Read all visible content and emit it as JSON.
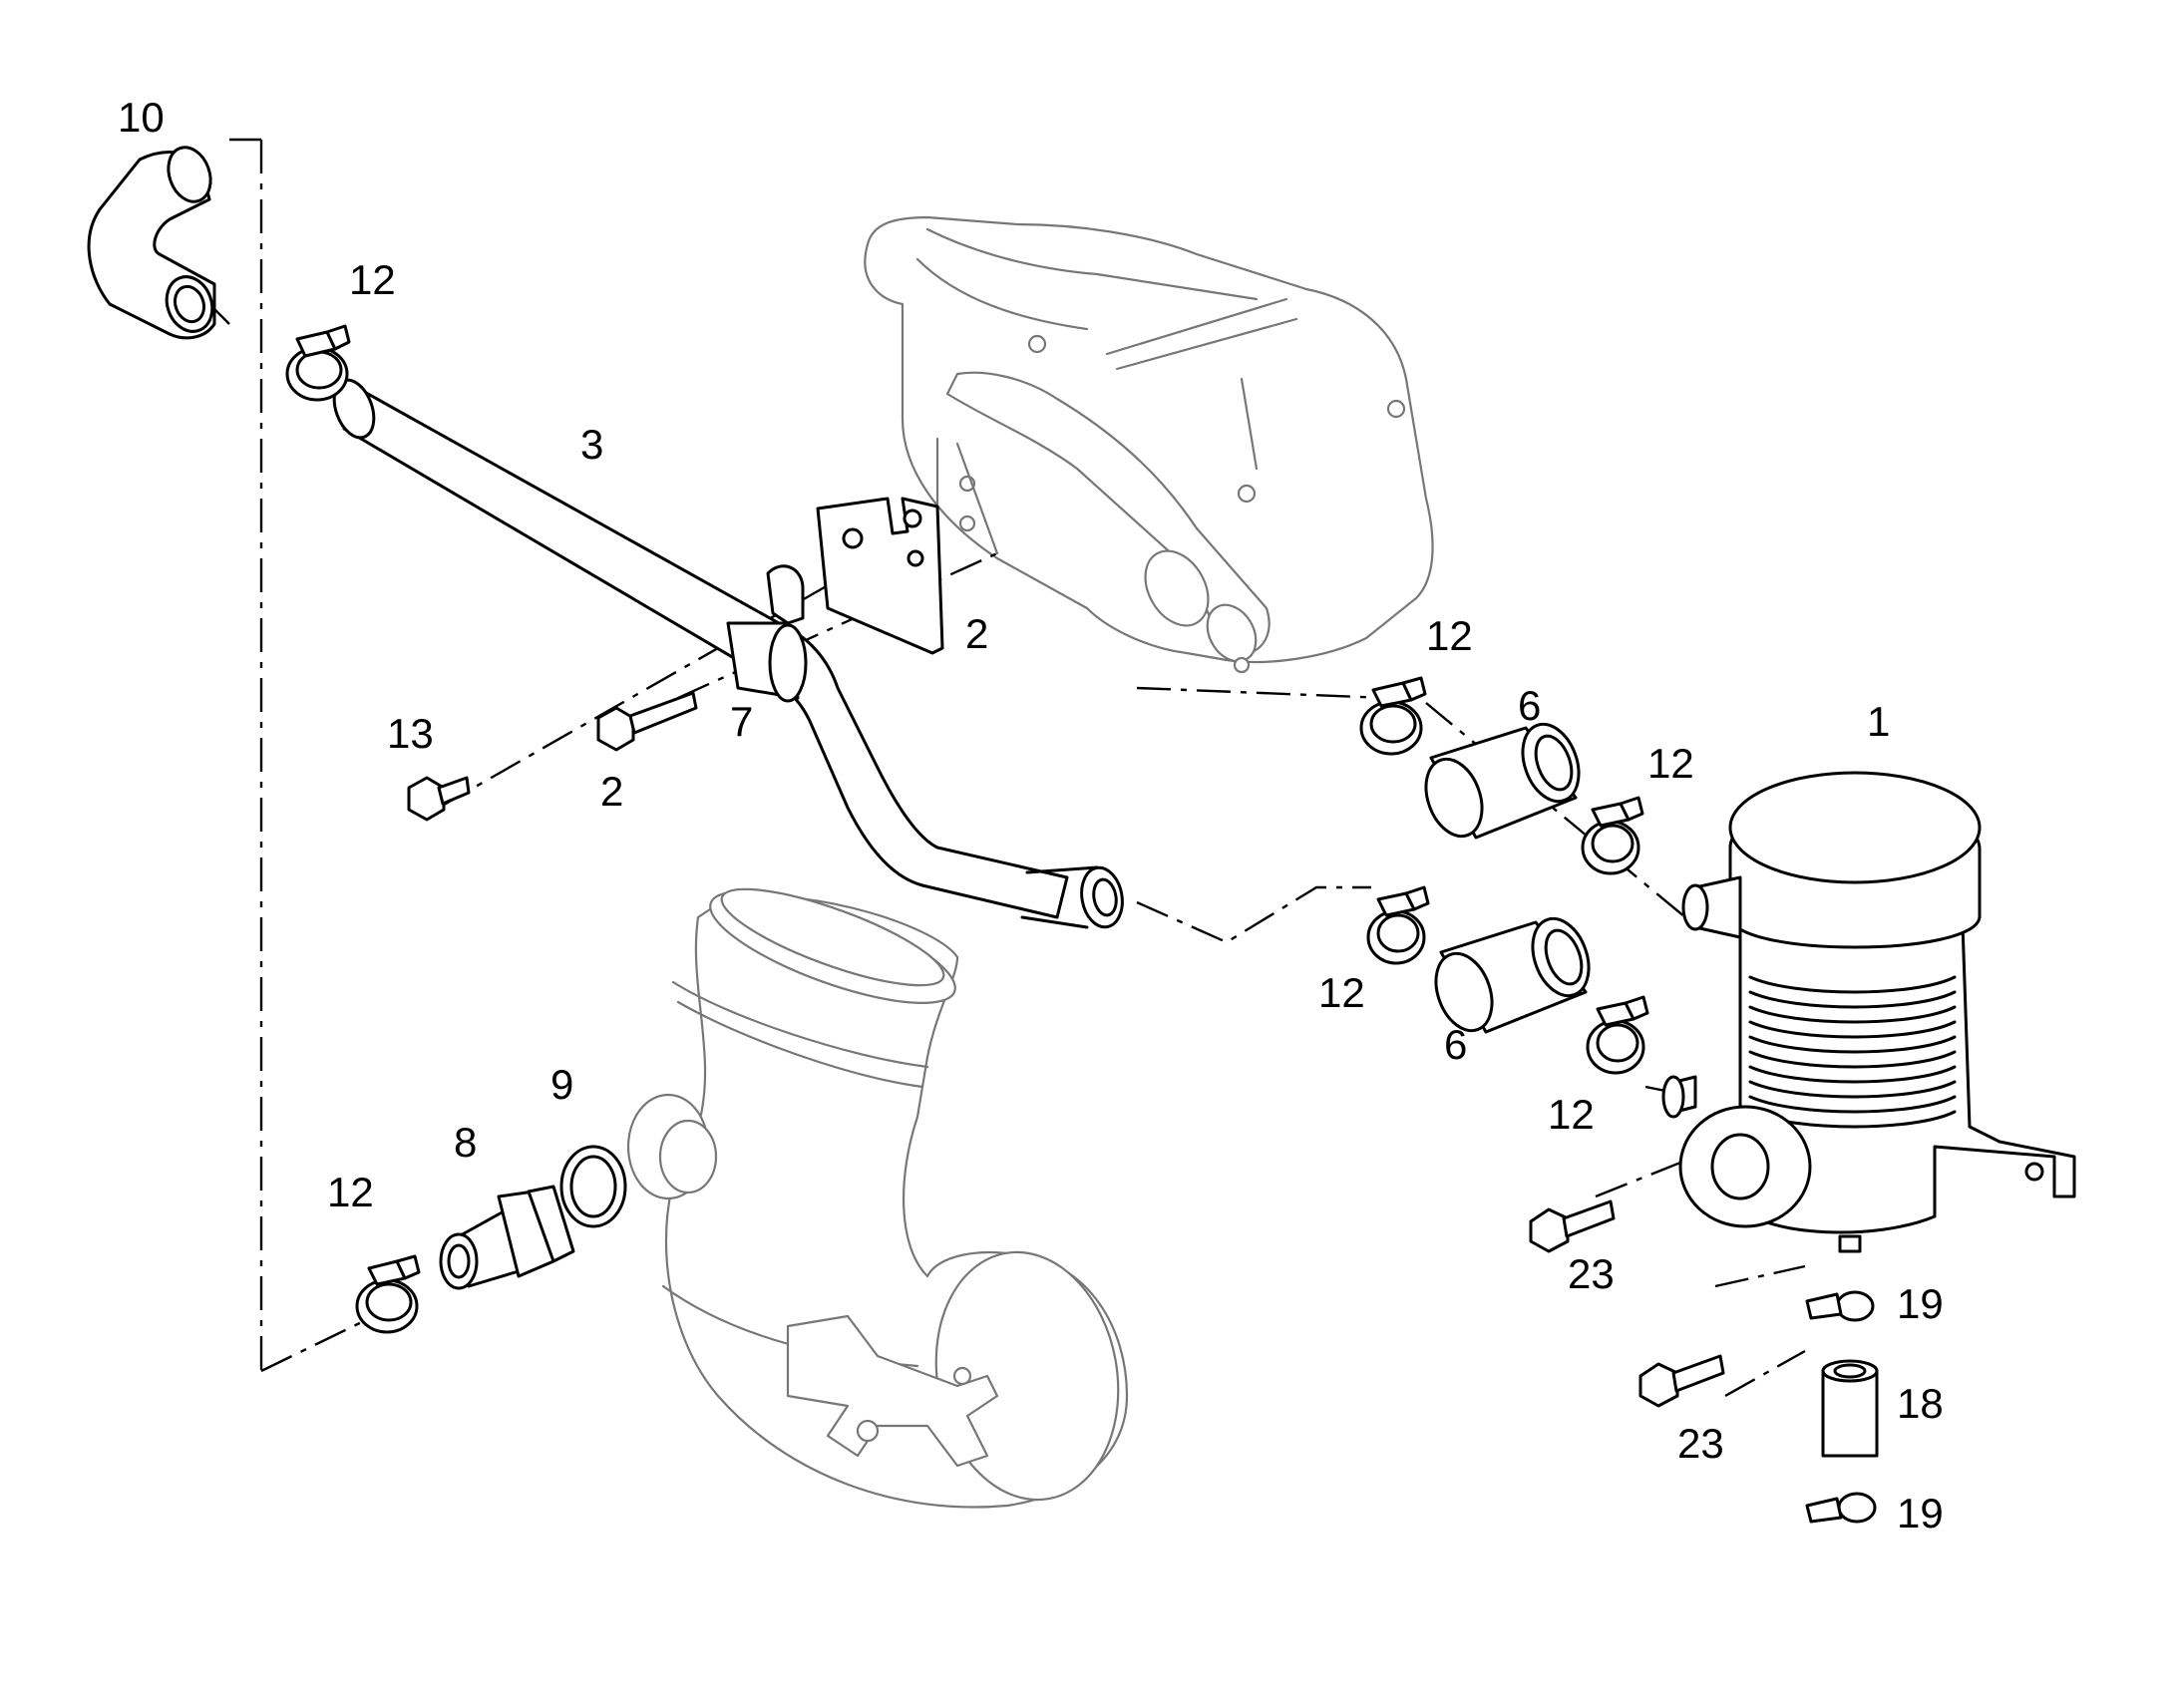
{
  "diagram": {
    "callouts": [
      {
        "text": "10"
      },
      {
        "text": "12"
      },
      {
        "text": "3"
      },
      {
        "text": "2"
      },
      {
        "text": "12"
      },
      {
        "text": "6"
      },
      {
        "text": "1"
      },
      {
        "text": "12"
      },
      {
        "text": "13"
      },
      {
        "text": "7"
      },
      {
        "text": "2"
      },
      {
        "text": "12"
      },
      {
        "text": "6"
      },
      {
        "text": "12"
      },
      {
        "text": "9"
      },
      {
        "text": "8"
      },
      {
        "text": "12"
      },
      {
        "text": "23"
      },
      {
        "text": "19"
      },
      {
        "text": "18"
      },
      {
        "text": "23"
      },
      {
        "text": "19"
      }
    ]
  }
}
